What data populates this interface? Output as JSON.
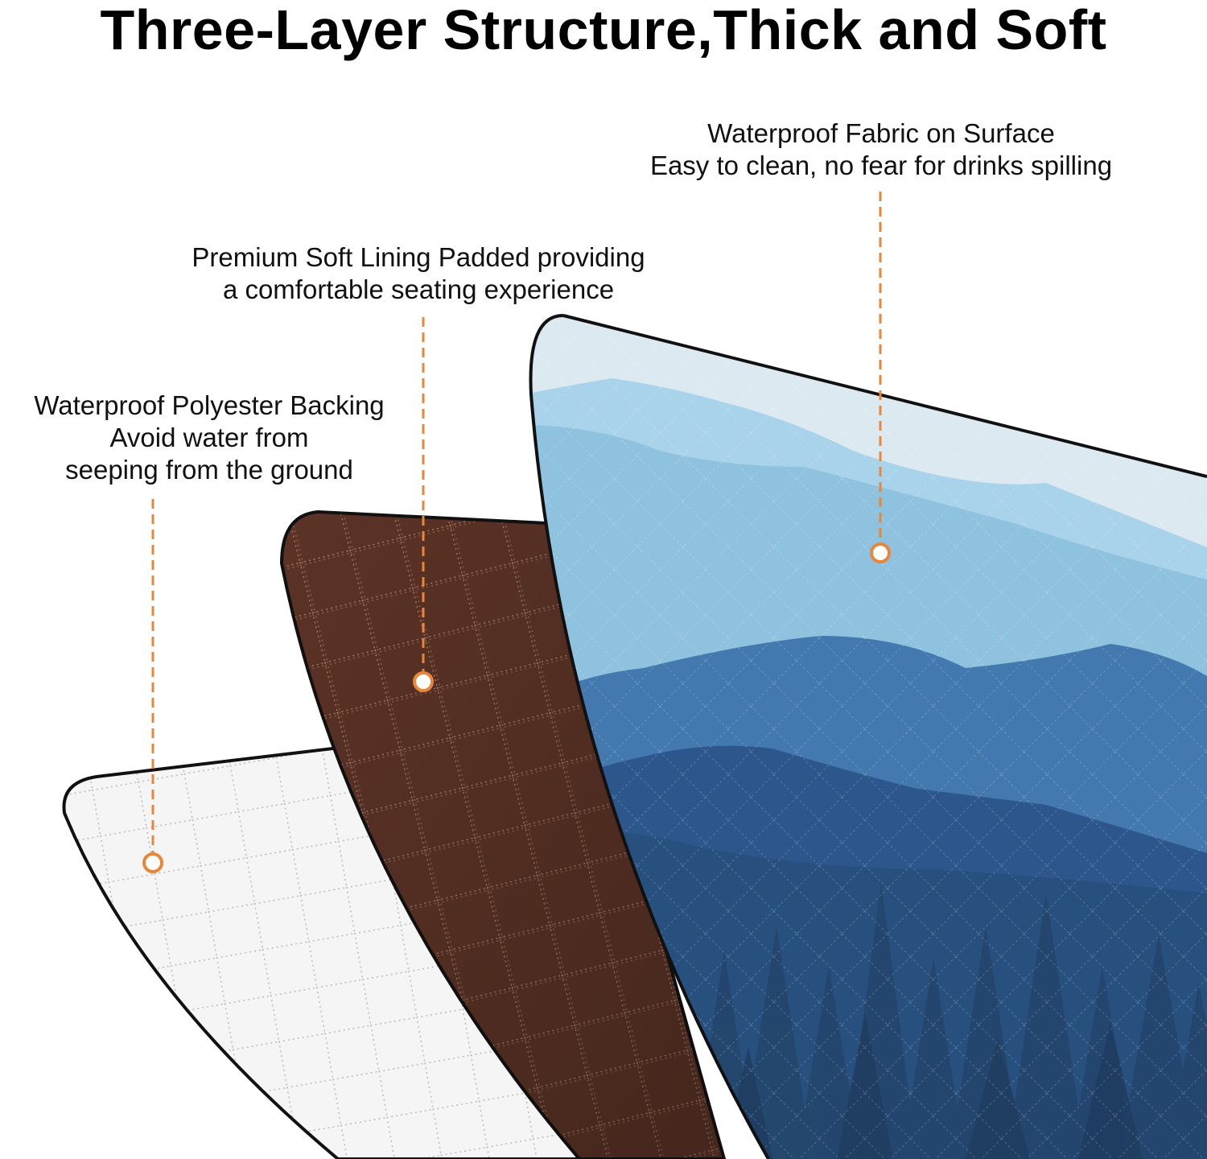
{
  "title": "Three-Layer Structure,Thick and Soft",
  "layers": {
    "surface": {
      "line1": "Waterproof Fabric on Surface",
      "line2": "Easy to clean, no fear for drinks spilling"
    },
    "lining": {
      "line1": "Premium Soft Lining Padded providing",
      "line2": "a comfortable seating experience"
    },
    "backing": {
      "line1": "Waterproof Polyester Backing",
      "line2": "Avoid water from",
      "line3": "seeping from the ground"
    }
  },
  "colors": {
    "accent_orange": "#e8873a",
    "backing_white": "#f4f4f4",
    "lining_brown": "#5e3426",
    "sky_light": "#dbe9f2",
    "mountain_far": "#9ccbe4",
    "mountain_mid": "#3f73a8",
    "mountain_near": "#2a5489",
    "trees": "#23466e"
  }
}
